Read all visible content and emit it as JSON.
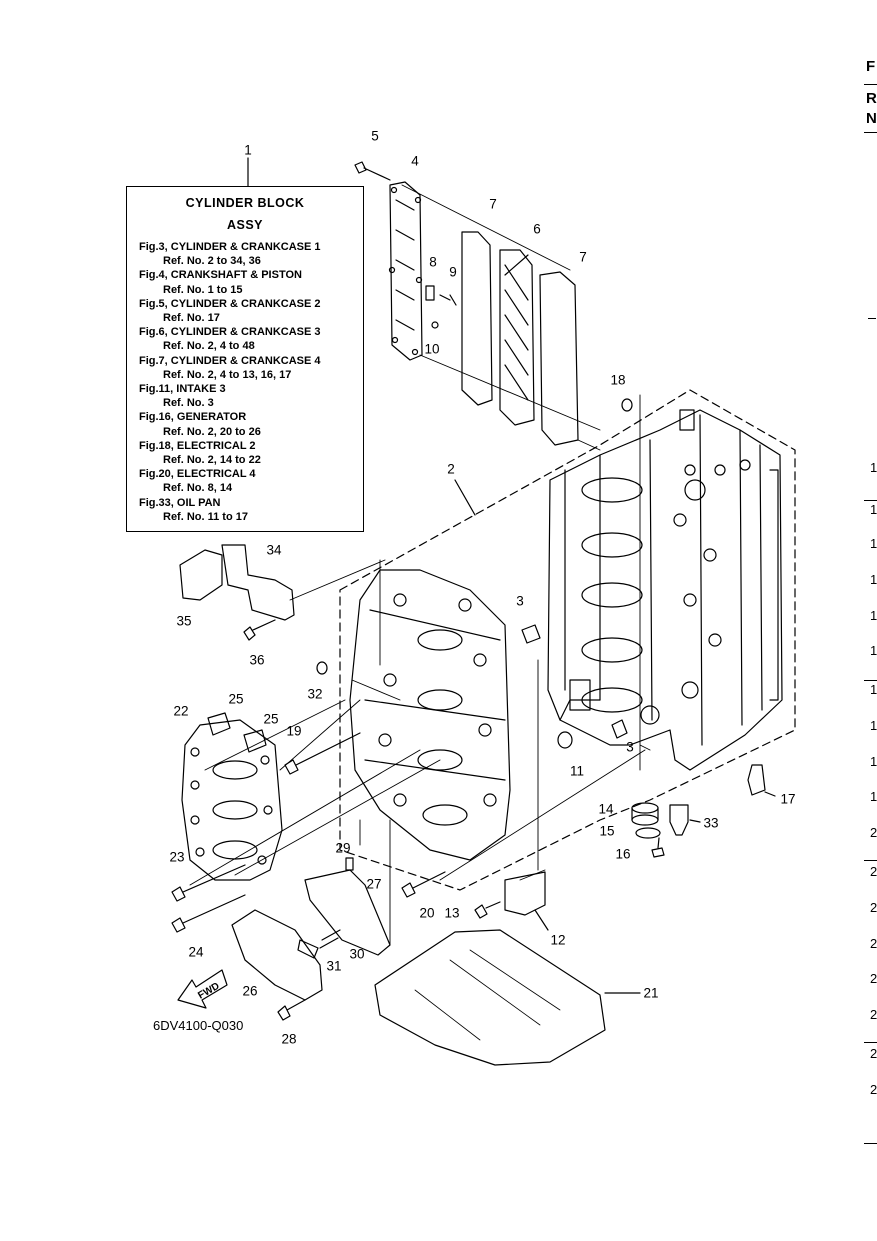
{
  "reference_box": {
    "title_line1": "CYLINDER BLOCK",
    "title_line2": "ASSY",
    "entries": [
      {
        "fig": "Fig.3, CYLINDER & CRANKCASE 1",
        "ref": "Ref. No. 2 to 34, 36"
      },
      {
        "fig": "Fig.4, CRANKSHAFT & PISTON",
        "ref": "Ref. No. 1 to 15"
      },
      {
        "fig": "Fig.5, CYLINDER & CRANKCASE 2",
        "ref": "Ref. No. 17"
      },
      {
        "fig": "Fig.6, CYLINDER & CRANKCASE 3",
        "ref": "Ref. No. 2, 4 to 48"
      },
      {
        "fig": "Fig.7, CYLINDER & CRANKCASE 4",
        "ref": "Ref. No. 2, 4 to 13, 16, 17"
      },
      {
        "fig": "Fig.11, INTAKE 3",
        "ref": "Ref. No. 3"
      },
      {
        "fig": "Fig.16, GENERATOR",
        "ref": "Ref. No. 2, 20 to 26"
      },
      {
        "fig": "Fig.18, ELECTRICAL 2",
        "ref": "Ref. No. 2, 14 to 22"
      },
      {
        "fig": "Fig.20, ELECTRICAL 4",
        "ref": "Ref. No. 8, 14"
      },
      {
        "fig": "Fig.33, OIL PAN",
        "ref": "Ref. No. 11 to 17"
      }
    ]
  },
  "callouts": {
    "c1": "1",
    "c2": "2",
    "c3a": "3",
    "c3b": "3",
    "c4": "4",
    "c5": "5",
    "c6": "6",
    "c7a": "7",
    "c7b": "7",
    "c8": "8",
    "c9": "9",
    "c10": "10",
    "c11": "11",
    "c12": "12",
    "c13": "13",
    "c14": "14",
    "c15": "15",
    "c16": "16",
    "c17": "17",
    "c18": "18",
    "c19": "19",
    "c20": "20",
    "c21": "21",
    "c22": "22",
    "c23": "23",
    "c24": "24",
    "c25a": "25",
    "c25b": "25",
    "c26": "26",
    "c27": "27",
    "c28": "28",
    "c29": "29",
    "c30": "30",
    "c31": "31",
    "c32": "32",
    "c33": "33",
    "c34": "34",
    "c35": "35",
    "c36": "36"
  },
  "diagram_code": "6DV4100-Q030",
  "fwd_label": "FWD",
  "right_edge": {
    "letters": [
      "F",
      "R",
      "N"
    ],
    "numbers": [
      "1",
      "1",
      "1",
      "1",
      "1",
      "1",
      "1",
      "1",
      "1",
      "1",
      "2",
      "2",
      "2",
      "2",
      "2",
      "2",
      "2",
      "2"
    ]
  }
}
